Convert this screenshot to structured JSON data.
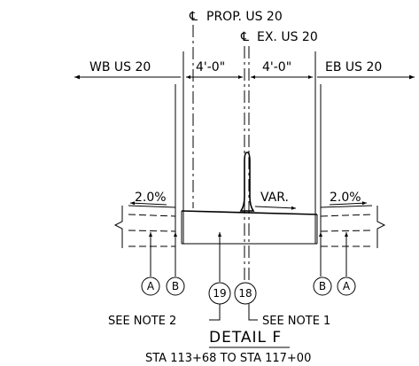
{
  "labels": {
    "cl_prop": "PROP. US 20",
    "cl_ex": "EX. US 20",
    "wb": "WB US 20",
    "dim_left": "4'-0\"",
    "dim_right": "4'-0\"",
    "eb": "EB US 20",
    "slope_left": "2.0%",
    "slope_right": "2.0%",
    "var": "VAR.",
    "callout_a_left": "A",
    "callout_b_left": "B",
    "callout_19": "19",
    "callout_18": "18",
    "callout_b_right": "B",
    "callout_a_right": "A",
    "see_note_2": "SEE NOTE 2",
    "see_note_1": "SEE NOTE 1",
    "detail_title": "DETAIL F",
    "station_range": "STA 113+68 TO STA 117+00"
  }
}
